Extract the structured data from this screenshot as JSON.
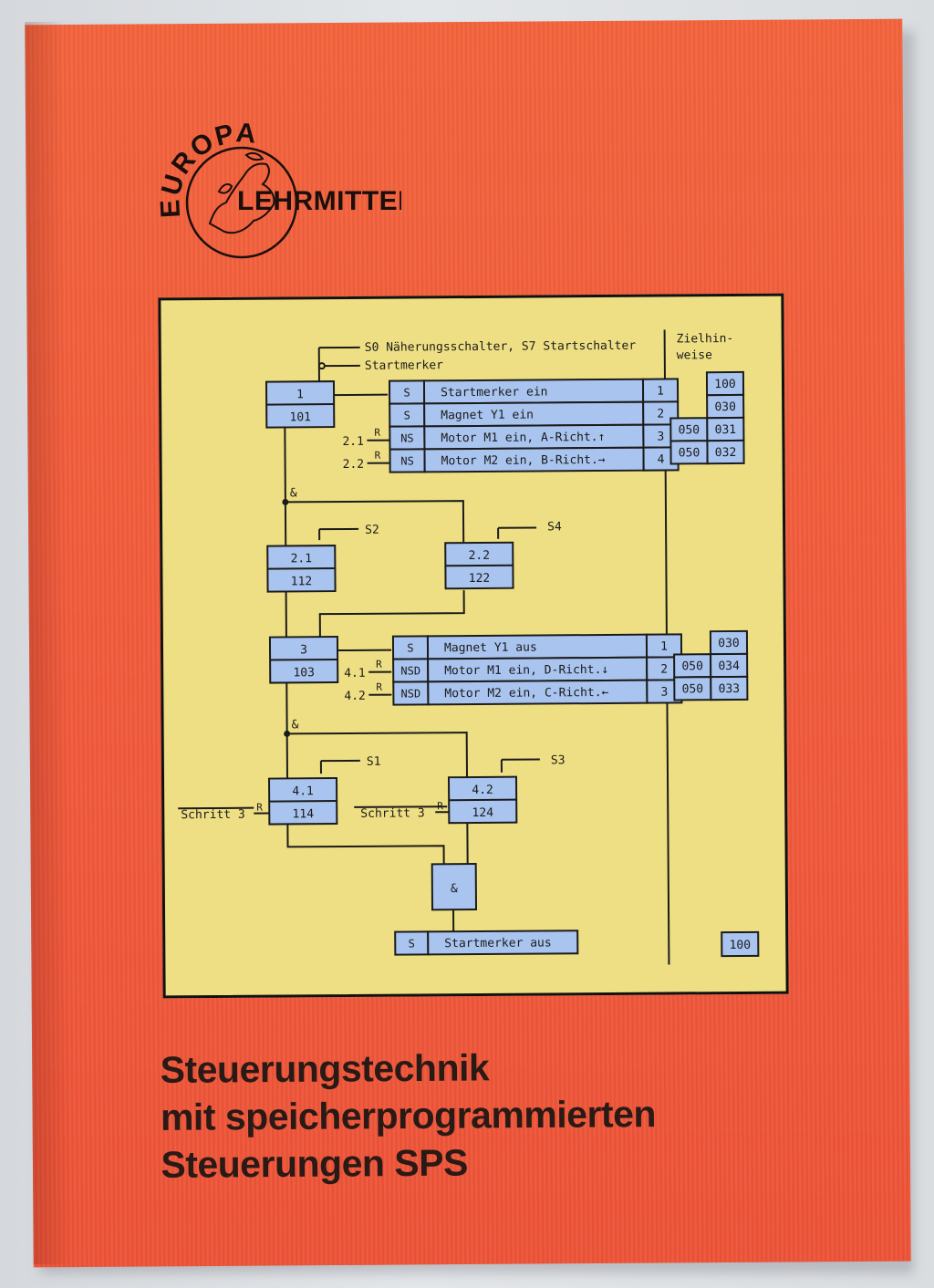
{
  "publisher": {
    "logo_word_top": "EUROPA",
    "logo_word_bottom": "LEHRMITTEL"
  },
  "diagram": {
    "sensor_top_line1": "S0 Näherungsschalter, S7 Startschalter",
    "sensor_top_line2": "Startmerker",
    "hint_header_line1": "Zielhin-",
    "hint_header_line2": "weise",
    "steps": [
      {
        "top": "1",
        "bottom": "101"
      },
      {
        "top": "2.1",
        "bottom": "112"
      },
      {
        "top": "2.2",
        "bottom": "122"
      },
      {
        "top": "3",
        "bottom": "103"
      },
      {
        "top": "4.1",
        "bottom": "114"
      },
      {
        "top": "4.2",
        "bottom": "124"
      }
    ],
    "actions_1": [
      {
        "q": "S",
        "text": "Startmerker ein",
        "n": "1"
      },
      {
        "q": "S",
        "text": "Magnet Y1 ein",
        "n": "2"
      },
      {
        "q": "NS",
        "text": "Motor M1 ein, A-Richt.↑",
        "n": "3"
      },
      {
        "q": "NS",
        "text": "Motor M2 ein, B-Richt.→",
        "n": "4"
      }
    ],
    "actions_3": [
      {
        "q": "S",
        "text": "Magnet Y1 aus",
        "n": "1"
      },
      {
        "q": "NSD",
        "text": "Motor M1 ein, D-Richt.↓",
        "n": "2"
      },
      {
        "q": "NSD",
        "text": "Motor M2 ein, C-Richt.←",
        "n": "3"
      }
    ],
    "reset_labels_1": [
      "2.1",
      "2.2"
    ],
    "reset_labels_3": [
      "4.1",
      "4.2"
    ],
    "reset_r": "R",
    "and_label": "&",
    "transitions": [
      "S2",
      "S4",
      "S1",
      "S3"
    ],
    "schritt_label": "Schritt 3",
    "final_action": {
      "q": "S",
      "text": "Startmerker aus"
    },
    "hints_1": [
      [
        "",
        "100"
      ],
      [
        "",
        "030"
      ],
      [
        "050",
        "031"
      ],
      [
        "050",
        "032"
      ]
    ],
    "hints_3": [
      [
        "",
        "030"
      ],
      [
        "050",
        "034"
      ],
      [
        "050",
        "033"
      ]
    ],
    "hint_final": "100"
  },
  "title": {
    "line1": "Steuerungstechnik",
    "line2": "mit speicherprogrammierten",
    "line3": "Steuerungen  SPS"
  },
  "colors": {
    "cover": "#f0583a",
    "panel": "#efdf84",
    "box": "#a9c4ef",
    "ink": "#1b1b1b"
  }
}
